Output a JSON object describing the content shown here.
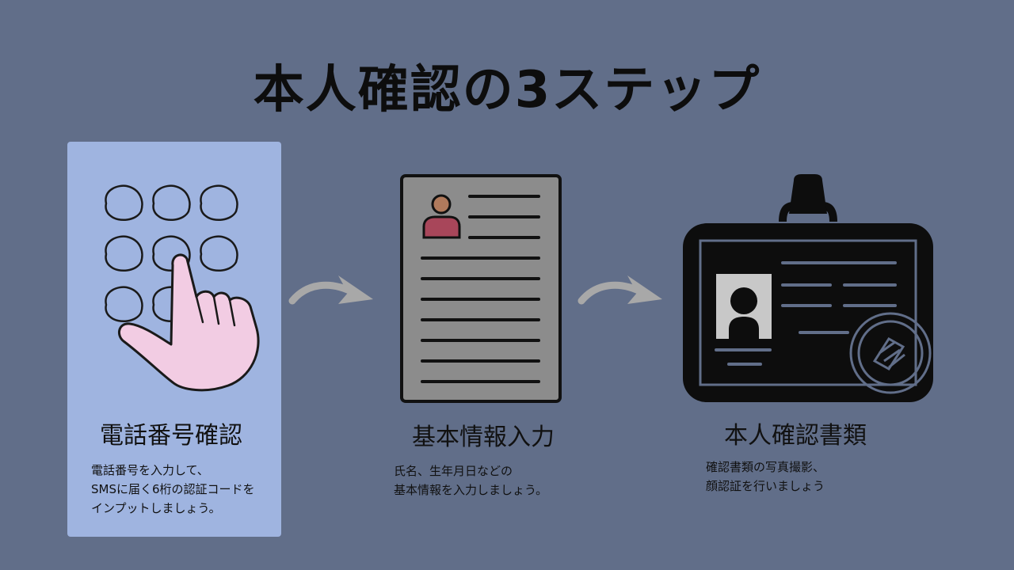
{
  "title": "本人確認の3ステップ",
  "steps": [
    {
      "title": "電話番号確認",
      "description": "電話番号を入力して、\nSMSに届く6桁の認証コードを\nインプットしましょう。",
      "icon": "keypad-tap-icon"
    },
    {
      "title": "基本情報入力",
      "description": "氏名、生年月日などの\n基本情報を入力しましょう。",
      "icon": "profile-document-icon"
    },
    {
      "title": "本人確認書類",
      "description": "確認書類の写真撮影、\n顔認証を行いましょう",
      "icon": "id-badge-icon"
    }
  ],
  "connectors": [
    "curved-arrow-icon",
    "curved-arrow-icon"
  ],
  "colors": {
    "background": "#616e89",
    "highlight_panel": "#9fb4e0",
    "arrow": "#a8a8a8",
    "document": "#8c8c8c",
    "hand": "#f2cce3",
    "avatar_body": "#a8465a",
    "avatar_head": "#b07a5c"
  }
}
